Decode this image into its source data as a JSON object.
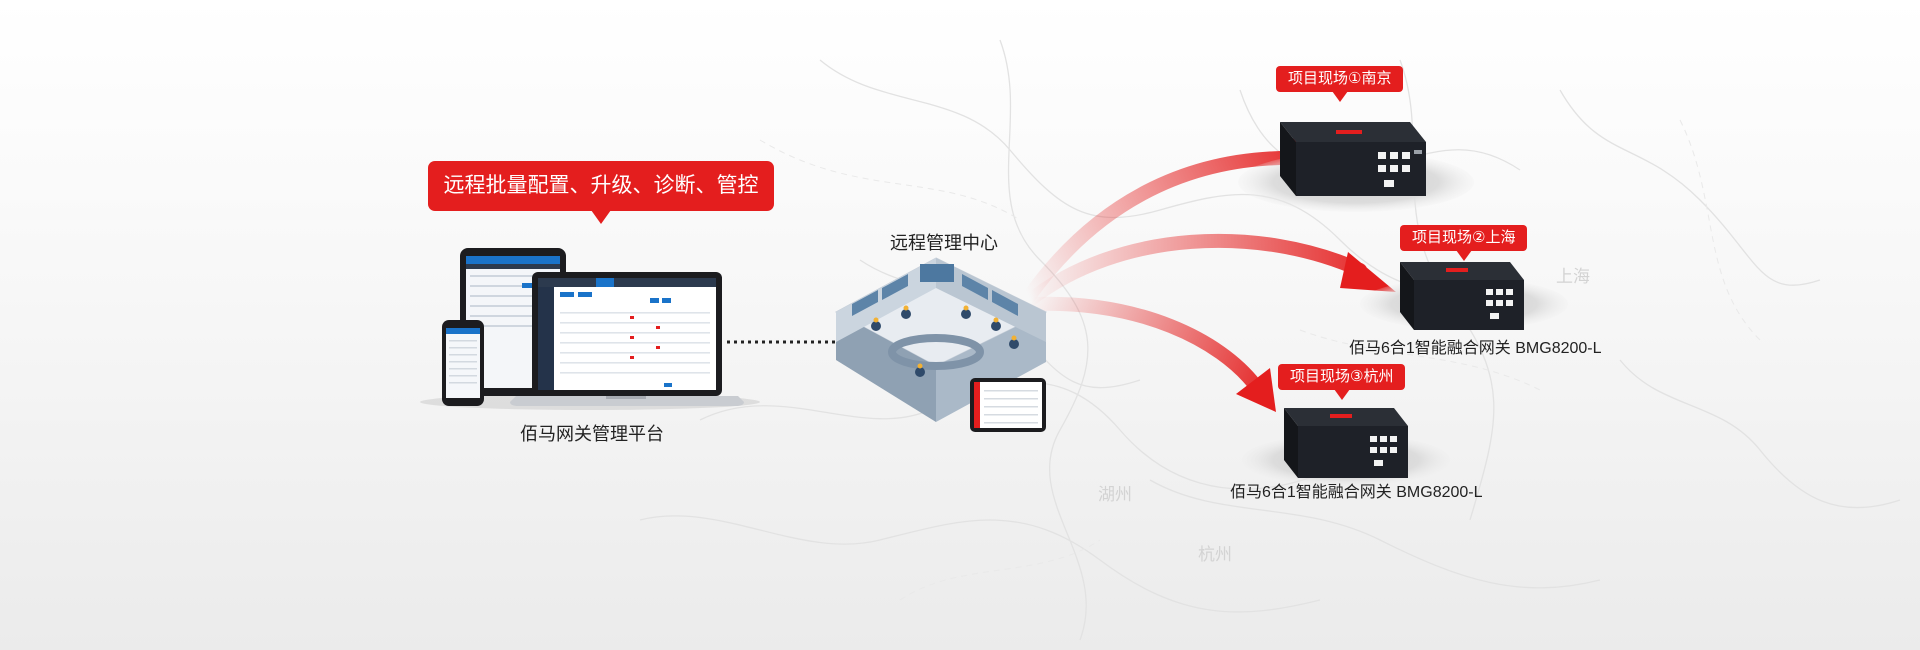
{
  "platform_callout": "远程批量配置、升级、诊断、管控",
  "platform_label": "佰马网关管理平台",
  "center_label": "远程管理中心",
  "sites": [
    {
      "label": "项目现场①南京"
    },
    {
      "label": "项目现场②上海",
      "device_label": "佰马6合1智能融合网关 BMG8200-L"
    },
    {
      "label": "项目现场③杭州",
      "device_label": "佰马6合1智能融合网关 BMG8200-L"
    }
  ],
  "map_labels": [
    "上海",
    "杭州",
    "湖州"
  ],
  "colors": {
    "accent_red": "#e41e1e",
    "device_body": "#1e2128",
    "screen_blue": "#1a73c9"
  }
}
